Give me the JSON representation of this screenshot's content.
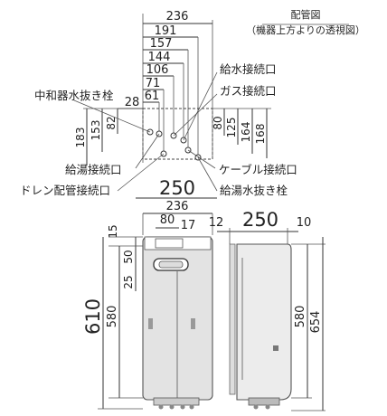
{
  "caption": {
    "title": "配管図",
    "subtitle": "（機器上方よりの透視図）"
  },
  "top_view": {
    "horizontal_dims": [
      "236",
      "191",
      "157",
      "144",
      "106",
      "71",
      "61",
      "28"
    ],
    "vertical_dims_left": [
      "183",
      "153",
      "82"
    ],
    "vertical_dims_right": [
      "80",
      "125",
      "164",
      "168"
    ],
    "width_label": "250",
    "labels": {
      "neutralizer_drain": "中和器水抜き栓",
      "water_inlet": "給水接続口",
      "gas_inlet": "ガス接続口",
      "hot_water_outlet": "給湯接続口",
      "drain_pipe": "ドレン配管接続口",
      "cable_inlet": "ケーブル接続口",
      "hot_water_drain": "給湯水抜き栓"
    }
  },
  "front_view": {
    "width_dim": "236",
    "dims_top": [
      "80",
      "17"
    ],
    "dims_left": [
      "15",
      "50",
      "25"
    ],
    "height_inner": "580",
    "height_outer": "610"
  },
  "side_view": {
    "depth_main": "250",
    "depth_left": "12",
    "depth_right": "10",
    "height_inner": "580",
    "height_outer": "654"
  }
}
